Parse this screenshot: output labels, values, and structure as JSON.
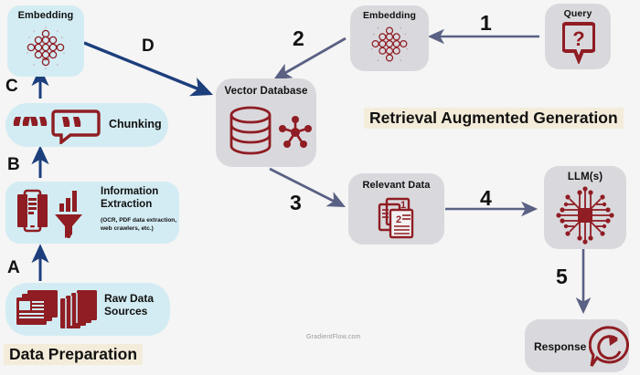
{
  "diagram": {
    "watermark": "GradientFlow.com",
    "banners": {
      "rag": "Retrieval Augmented Generation",
      "data_prep": "Data Preparation"
    },
    "colors": {
      "background": "#f5f5f5",
      "node_blue": "#d3ecf3",
      "node_gray": "#d9d9dd",
      "banner_cream": "#f4ecda",
      "icon_red": "#8f1d23",
      "arrow_navy": "#1c3f7c",
      "arrow_slate": "#5a6184",
      "text": "#111111"
    },
    "nodes": {
      "embedding_left": {
        "label": "Embedding",
        "icon": "embedding-lattice-icon",
        "style": "blue"
      },
      "chunking": {
        "label": "Chunking",
        "icon": "quote-bubble-icon",
        "style": "blue"
      },
      "information_extraction": {
        "label": "Information Extraction",
        "sublabel": "(OCR, PDF data extraction, web crawlers, etc.)",
        "icon": "scanner-funnel-icon",
        "style": "blue"
      },
      "raw_data_sources": {
        "label": "Raw Data Sources",
        "icon": "documents-stack-icon",
        "style": "blue"
      },
      "vector_database": {
        "label": "Vector Database",
        "icon": "database-cylinder-icon",
        "style": "gray"
      },
      "embedding_right": {
        "label": "Embedding",
        "icon": "embedding-lattice-icon",
        "style": "gray"
      },
      "query": {
        "label": "Query",
        "icon": "question-bubble-icon",
        "style": "gray"
      },
      "relevant_data": {
        "label": "Relevant Data",
        "icon": "ranked-documents-icon",
        "style": "gray"
      },
      "llms": {
        "label": "LLM(s)",
        "icon": "chip-icon",
        "style": "gray"
      },
      "response": {
        "label": "Response",
        "icon": "speech-reply-icon",
        "style": "gray"
      }
    },
    "edge_labels": {
      "a": "A",
      "b": "B",
      "c": "C",
      "d": "D",
      "one": "1",
      "two": "2",
      "three": "3",
      "four": "4",
      "five": "5"
    }
  }
}
